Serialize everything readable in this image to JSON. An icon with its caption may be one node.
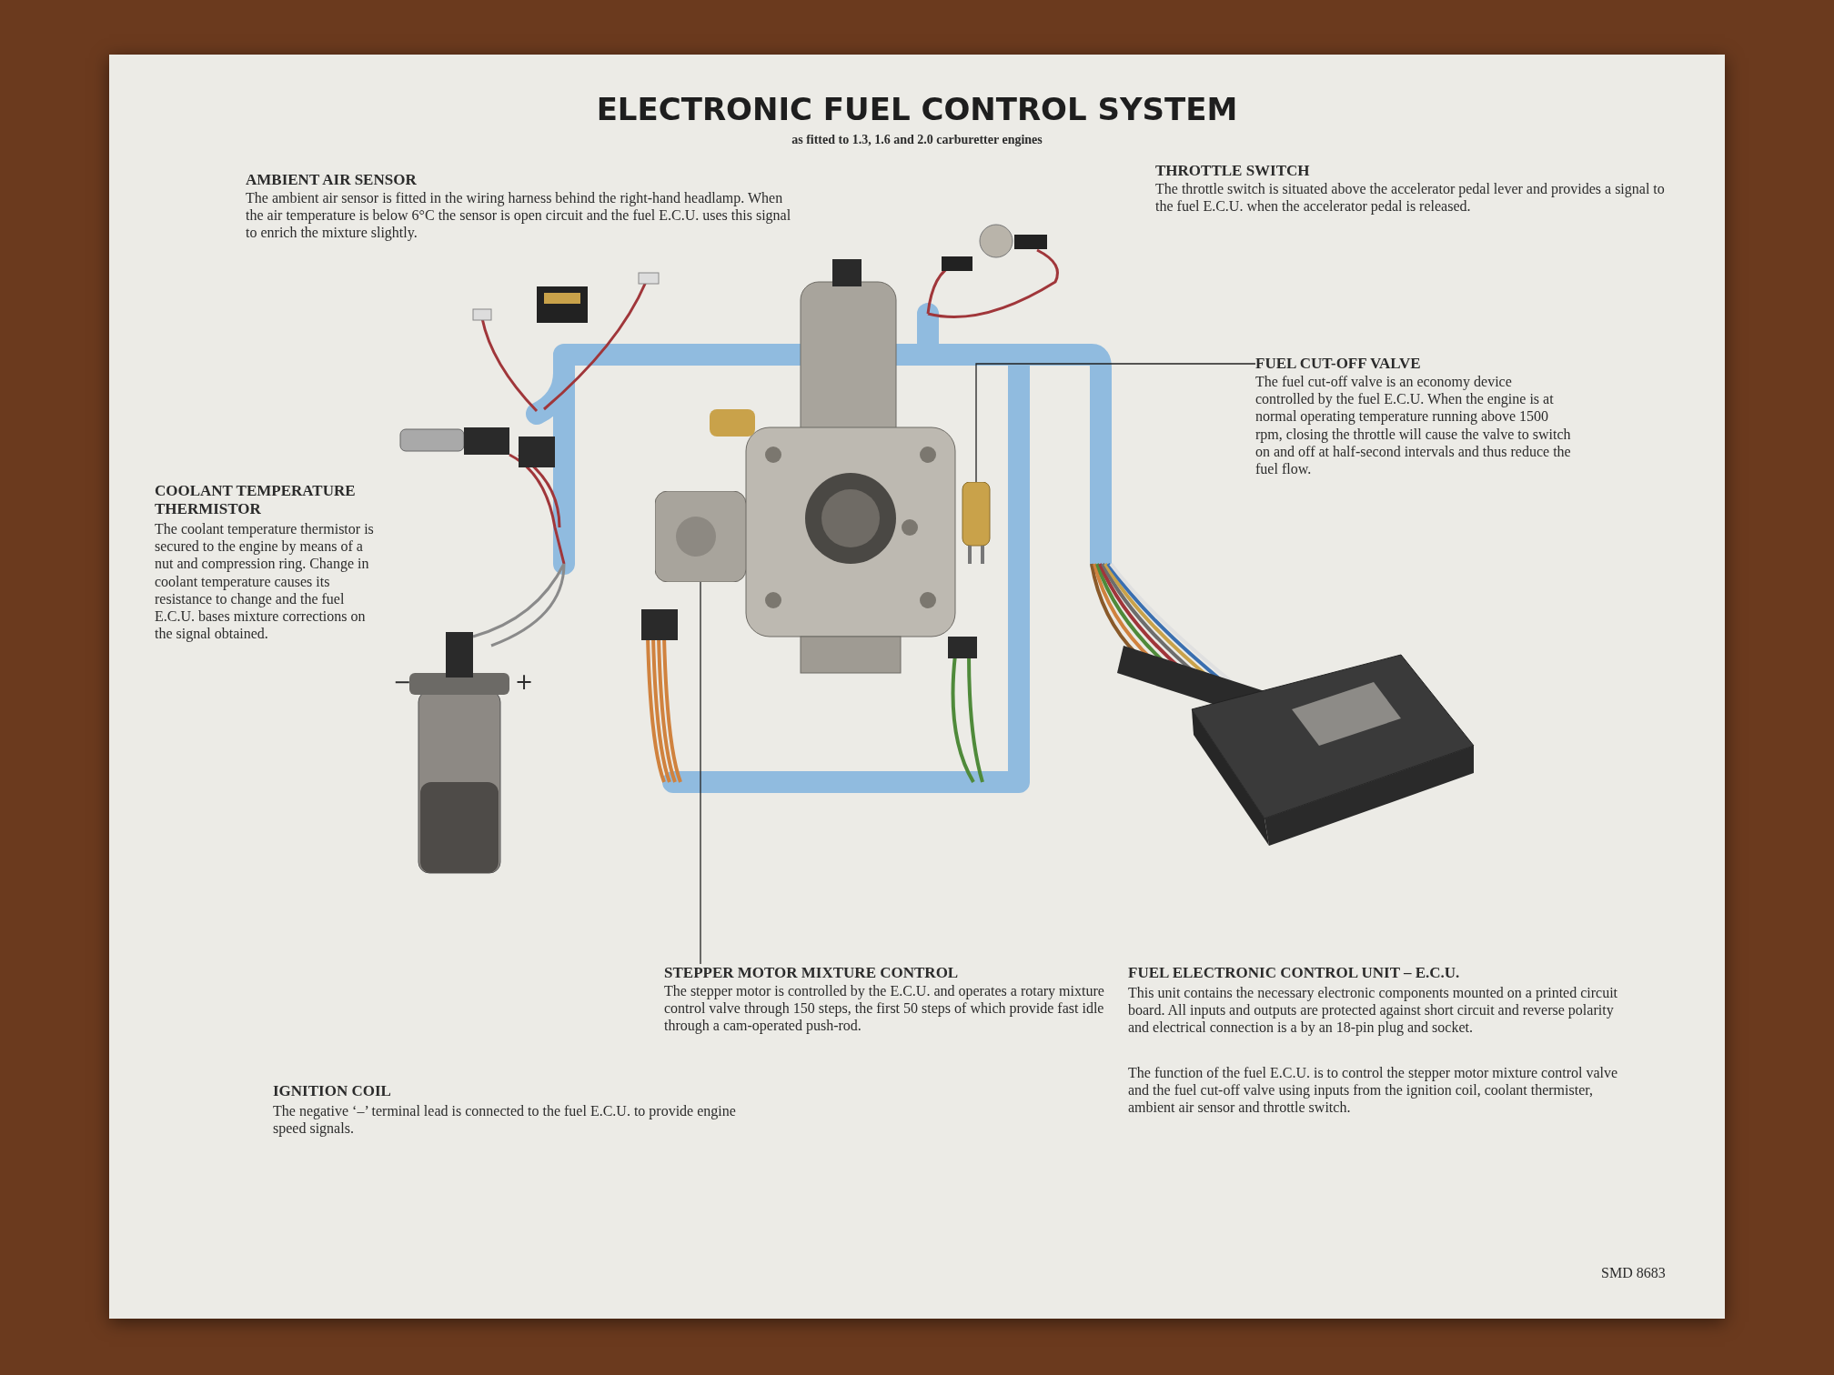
{
  "diagram": {
    "title": "ELECTRONIC FUEL CONTROL SYSTEM",
    "nodes": [
      {
        "text": [
          "FUEL CUT-OFF VALVE",
          "The fuel cut-off valve is an economy device controlled by the fuel E.C.U. When the engine is at normal operating temperature running above 1500 rpm, closing the throttle will cause the valve to switch on and off at half-second intervals and thus reduce the fuel flow."
        ]
      },
      {
        "text": [],
        "shape": "box"
      },
      {
        "text": [
          "STEPPER MOTOR MIXTURE CONTROL",
          "The stepper motor is controlled by the E.C.U. and operates a rotary mixture control valve through 150 steps, the first 50 steps of which provide fast idle through a cam-operated push-rod."
        ]
      },
      {
        "text": [],
        "shape": "cylinder"
      }
    ],
    "edges": [
      {
        "from": 0,
        "to": 3,
        "arrow": "none"
      },
      {
        "from": 2,
        "to": 1,
        "arrow": "none"
      }
    ],
    "labels": [
      "as fitted to 1.3, 1.6 and 2.0 carburetter engines",
      "AMBIENT AIR SENSOR",
      "The ambient air sensor is fitted in the wiring harness behind the right-hand headlamp. When the air temperature is below 6°C the sensor is open circuit and the fuel E.C.U. uses this signal to enrich the mixture slightly.",
      "THROTTLE SWITCH",
      "The throttle switch is situated above the accelerator pedal lever and provides a signal to the fuel E.C.U. when the accelerator pedal is released.",
      "COOLANT TEMPERATURE THERMISTOR",
      "The coolant temperature thermistor is secured to the engine by means of a nut and compression ring. Change in coolant temperature causes its resistance to change and the fuel E.C.U. bases mixture corrections on the signal obtained.",
      "−",
      "+",
      "FUEL ELECTRONIC CONTROL UNIT – E.C.U.",
      "This unit contains the necessary electronic components mounted on a printed circuit board. All inputs and outputs are protected against short circuit and reverse polarity and electrical connection is a by an 18-pin plug and socket.",
      "The function of the fuel E.C.U. is to control the stepper motor mixture control valve and the fuel cut-off valve using inputs from the ignition coil, coolant thermister, ambient air sensor and throttle switch.",
      "IGNITION COIL",
      "The negative ‘–’ terminal lead is connected to the fuel E.C.U. to provide engine speed signals.",
      "SMD 8683"
    ]
  }
}
